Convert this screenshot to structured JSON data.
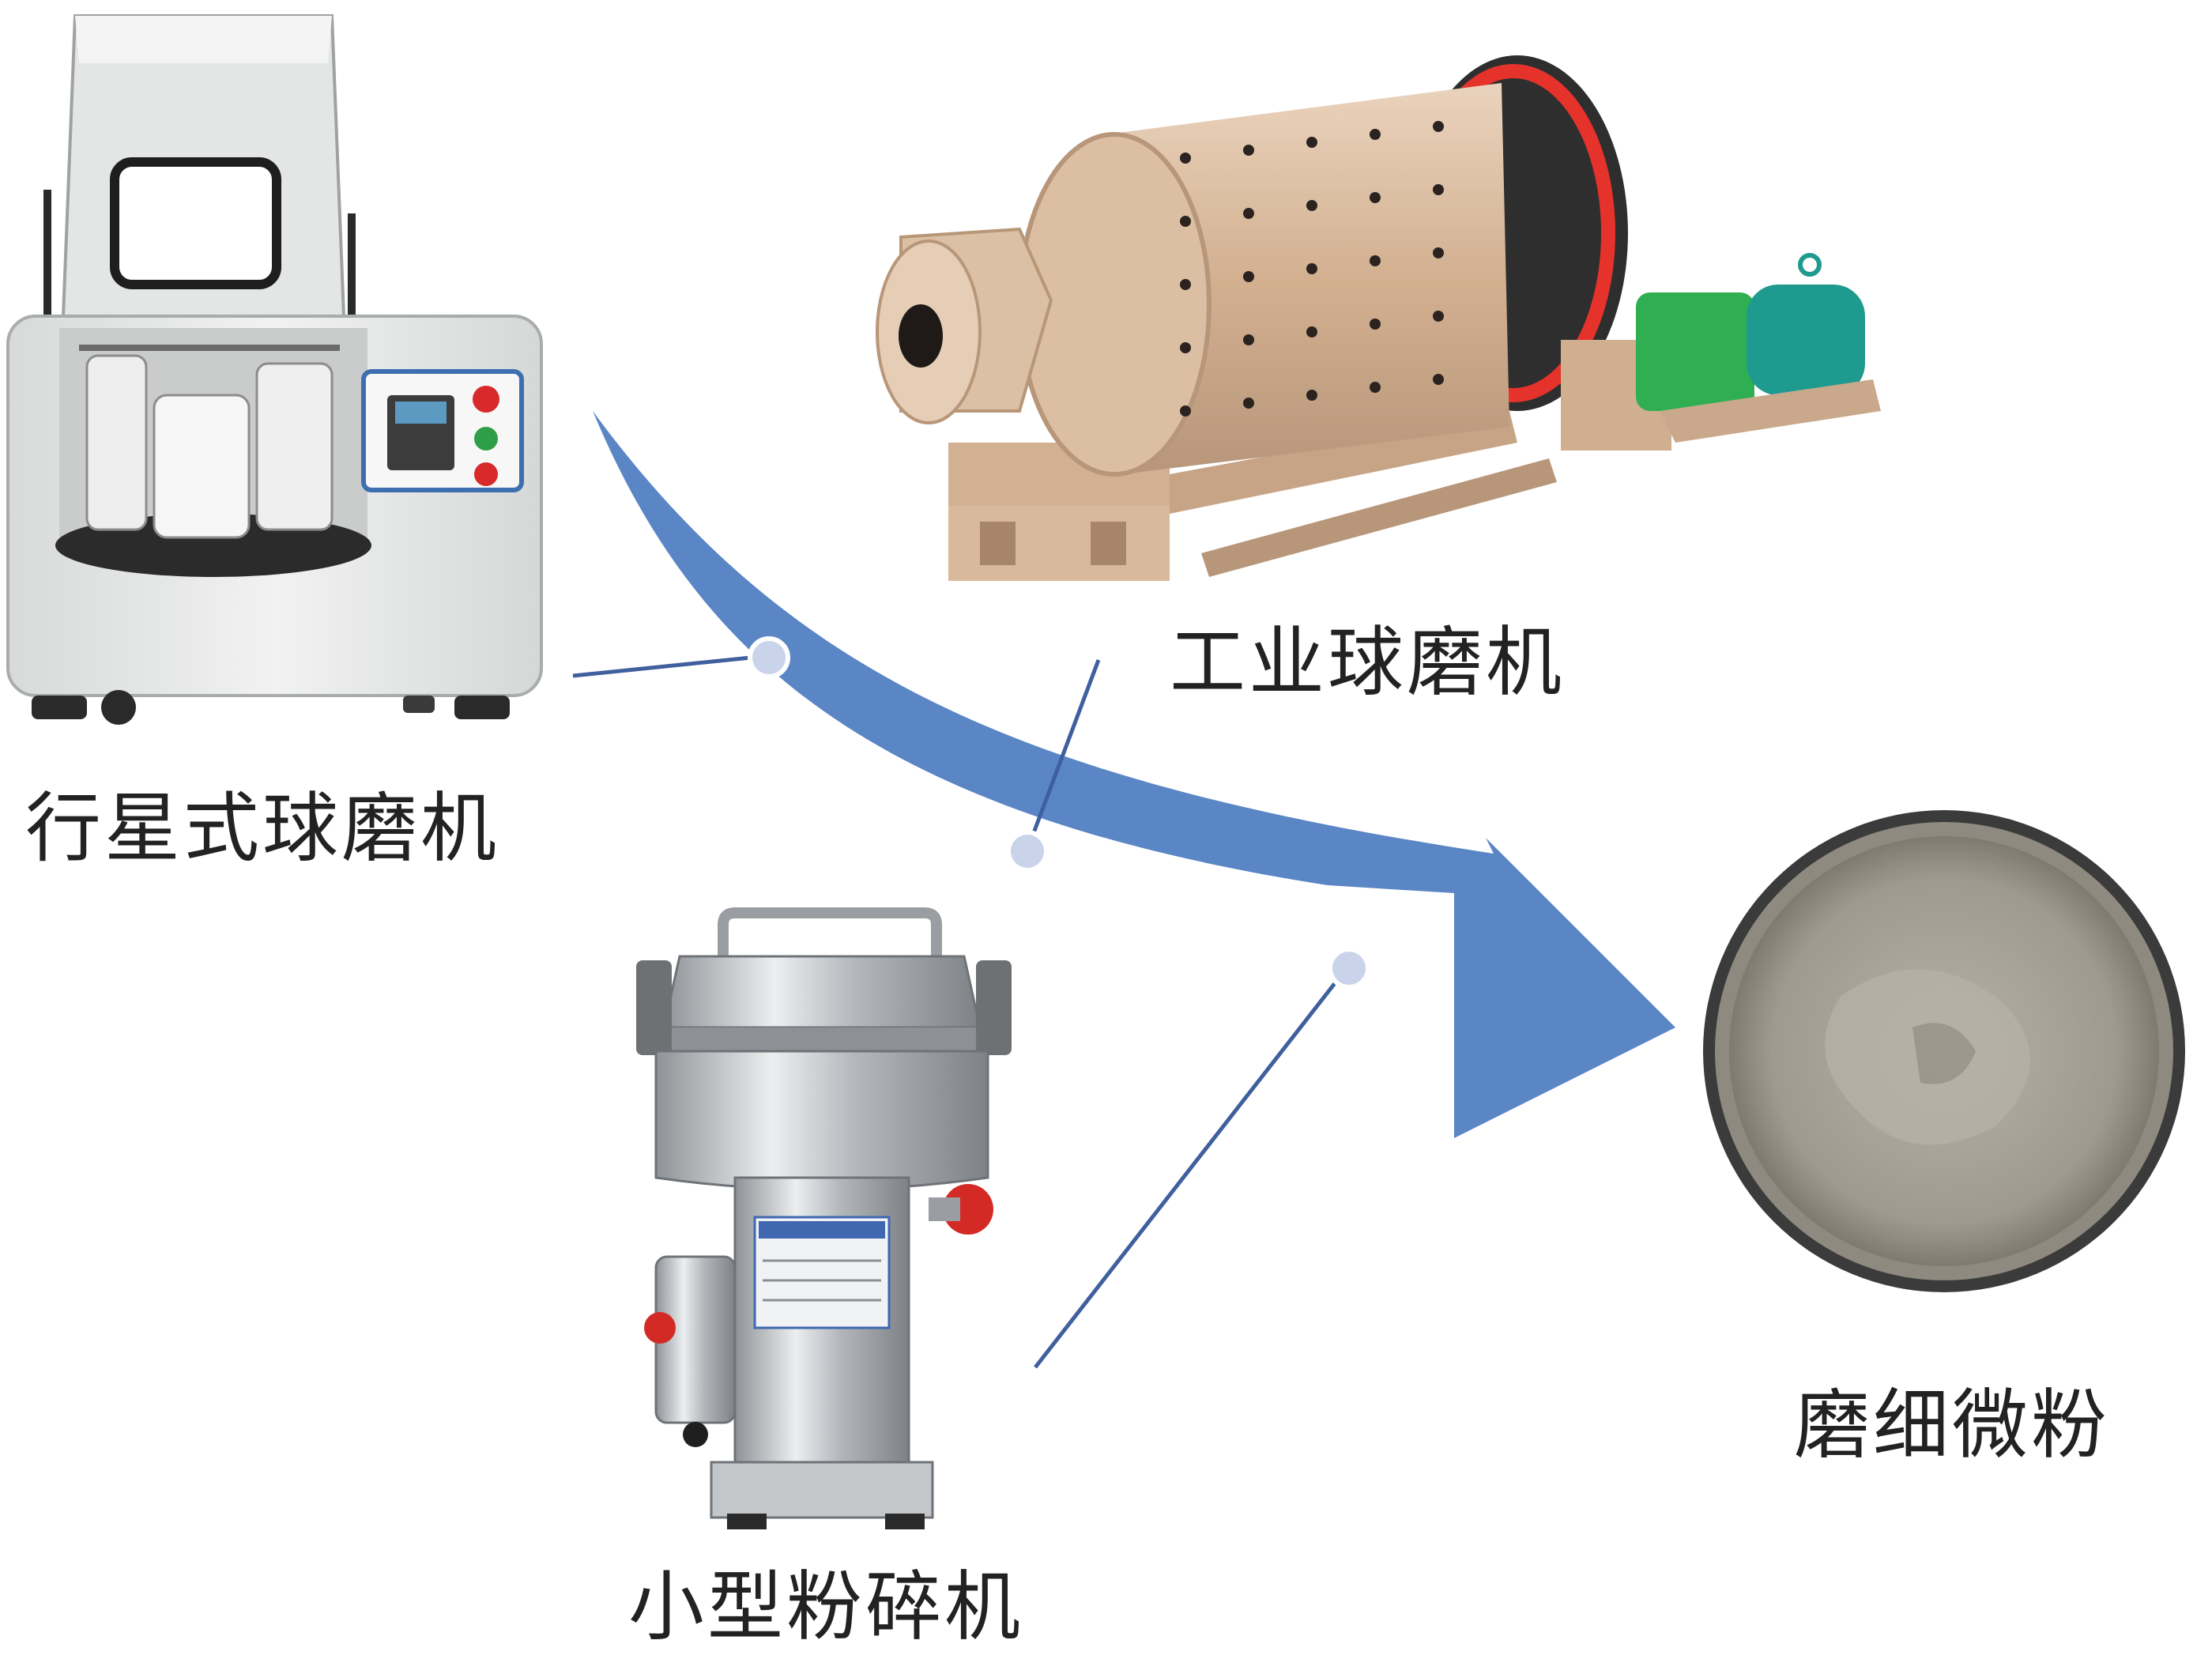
{
  "labels": {
    "planetary_ball_mill": "行星式球磨机",
    "industrial_ball_mill": "工业球磨机",
    "small_grinder": "小型粉碎机",
    "fine_powder": "磨细微粉"
  },
  "colors": {
    "arrow": "#5b86c6",
    "connector": "#3f5f9e",
    "dot_fill": "#c9d3ea",
    "dot_stroke": "#ffffff",
    "machine_body": "#e9ebea",
    "mill_drum": "#d4b497",
    "gear_ring": "#e5322b",
    "motor": "#2fae52",
    "steel": "#b9bcc0",
    "powder": "#a49e92"
  },
  "icons": [
    "planetary-ball-mill-image",
    "industrial-ball-mill-image",
    "small-grinder-image",
    "fine-powder-image"
  ]
}
